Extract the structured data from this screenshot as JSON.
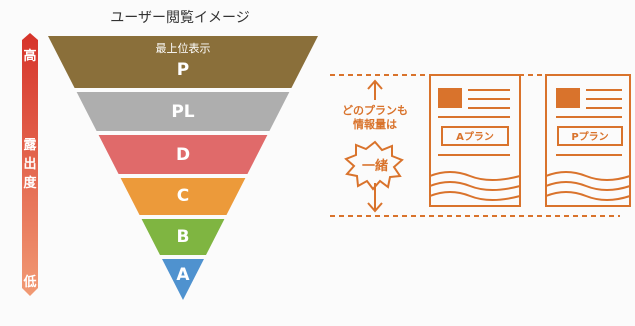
{
  "pyramid": {
    "title": "ユーザー閲覧イメージ",
    "top_note": "最上位表示",
    "tiers": [
      {
        "label": "P",
        "color": "#8a6f3a"
      },
      {
        "label": "PL",
        "color": "#aeaeae"
      },
      {
        "label": "D",
        "color": "#e06a6a"
      },
      {
        "label": "C",
        "color": "#ec9a3a"
      },
      {
        "label": "B",
        "color": "#7fb541"
      },
      {
        "label": "A",
        "color": "#4f92cf"
      }
    ]
  },
  "exposure_bar": {
    "high": "高",
    "middle": [
      "露",
      "出",
      "度"
    ],
    "low": "低",
    "color_top": "#d6332a",
    "color_bottom": "#f19a74"
  },
  "plan_compare": {
    "caption_line1": "どのプランも",
    "caption_line2": "情報量は",
    "burst_text": "一緒",
    "plans": [
      "Aプラン",
      "Pプラン"
    ],
    "accent": "#d9732c"
  }
}
